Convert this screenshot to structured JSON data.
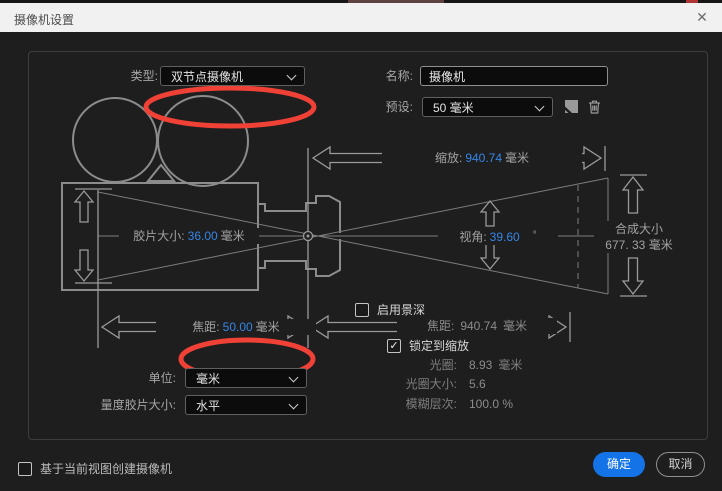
{
  "titlebar": {
    "title": "摄像机设置",
    "close_glyph": "✕"
  },
  "form": {
    "type": {
      "label": "类型:",
      "value": "双节点摄像机"
    },
    "name": {
      "label": "名称:",
      "value": "摄像机"
    },
    "preset": {
      "label": "预设:",
      "value": "50 毫米"
    },
    "units": {
      "label": "单位:",
      "value": "毫米"
    },
    "measure_film": {
      "label": "量度胶片大小:",
      "value": "水平"
    }
  },
  "diagram": {
    "zoom": {
      "label": "缩放:",
      "value": "940.74",
      "unit": "毫米"
    },
    "film_size": {
      "label": "胶片大小:",
      "value": "36.00",
      "unit": "毫米"
    },
    "angle_of_view": {
      "label": "视角:",
      "value": "39.60",
      "unit": "°"
    },
    "comp_size": {
      "label": "合成大小",
      "value": "677. 33",
      "unit": "毫米"
    },
    "focal_length": {
      "label": "焦距:",
      "value": "50.00",
      "unit": "毫米"
    },
    "focus_distance": {
      "label": "焦距:",
      "value": "940.74",
      "unit": "毫米"
    }
  },
  "dof": {
    "enable_label": "启用景深",
    "lock_label": "锁定到缩放",
    "check_glyph": "✓",
    "aperture": {
      "label": "光圈:",
      "value": "8.93",
      "unit": "毫米"
    },
    "fstop": {
      "label": "光圈大小:",
      "value": "5.6",
      "unit": ""
    },
    "blur": {
      "label": "模糊层次:",
      "value": "100.0 %",
      "unit": ""
    }
  },
  "footer": {
    "create_label": "基于当前视图创建摄像机",
    "ok_label": "确定",
    "cancel_label": "取消"
  },
  "colors": {
    "accent_blue": "#1473e6",
    "value_blue": "#3585e6",
    "annotation_red": "#ef4136",
    "titlebar_bg": "#f1f1f1",
    "dialog_bg": "#1e1e1e"
  },
  "icons": [
    "close-icon",
    "chevron-down-icon",
    "save-preset-icon",
    "delete-preset-icon",
    "checkbox-check"
  ]
}
